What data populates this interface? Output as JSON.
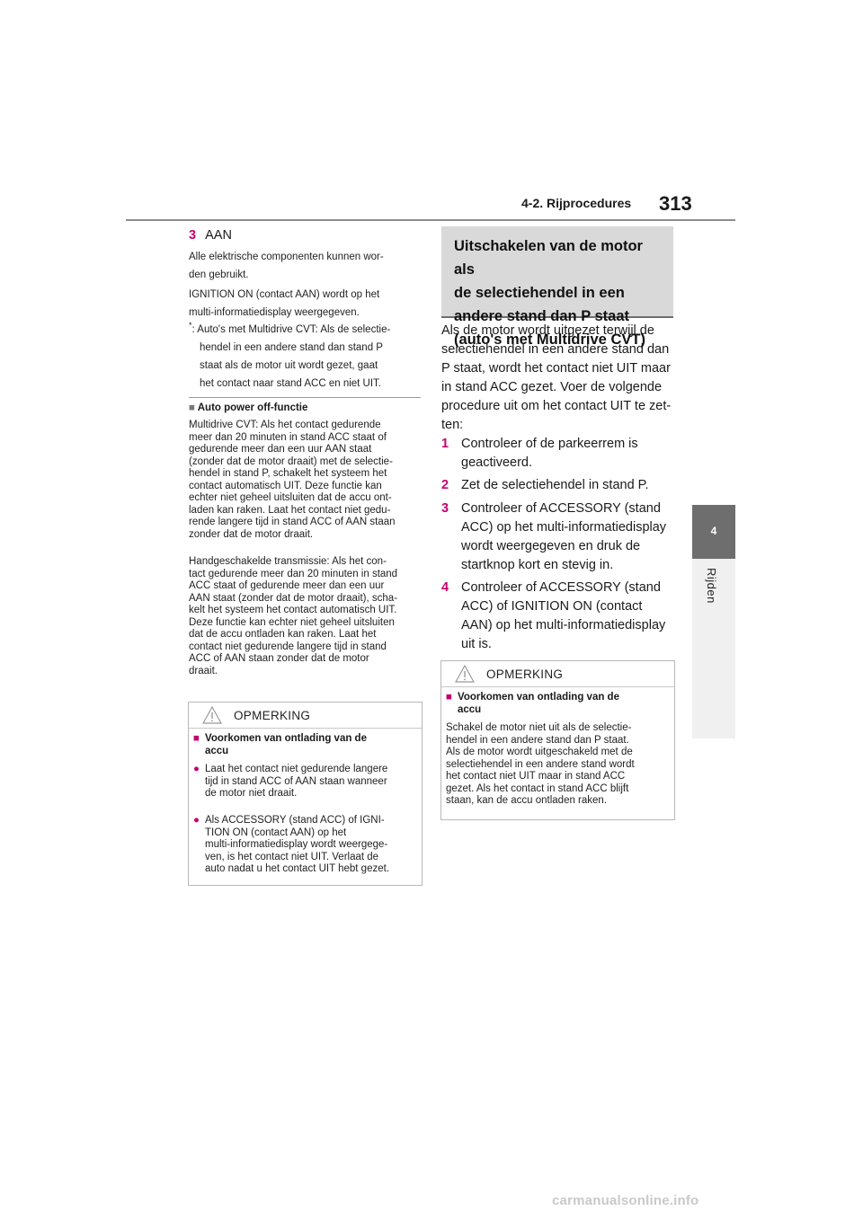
{
  "header": {
    "section": "4-2. Rijprocedures",
    "page_number": "313"
  },
  "side_tab": {
    "number": "4",
    "label": "Rijden"
  },
  "left": {
    "step": {
      "number": "3",
      "title": "AAN"
    },
    "line1a": "Alle elektrische componenten kunnen wor-",
    "line1b": "den gebruikt.",
    "line2a": "IGNITION ON (contact AAN) wordt op het",
    "line2b": "multi-informatiedisplay weergegeven.",
    "footnote_mark": "*",
    "footnote_lines": [
      ": Auto's met Multidrive CVT: Als de selectie-",
      "hendel in een andere stand dan stand P",
      "staat als de motor uit wordt gezet, gaat",
      "het contact naar stand ACC en niet UIT."
    ],
    "auto_power": {
      "bullet": "■",
      "heading": "Auto power off-functie",
      "para1": [
        "Multidrive CVT: Als het contact gedurende",
        "meer dan 20 minuten in stand ACC staat of",
        "gedurende meer dan een uur AAN staat",
        "(zonder dat de motor draait) met de selectie-",
        "hendel in stand P, schakelt het systeem het",
        "contact automatisch UIT. Deze functie kan",
        "echter niet geheel uitsluiten dat de accu ont-",
        "laden kan raken. Laat het contact niet gedu-",
        "rende langere tijd in stand ACC of AAN staan",
        "zonder dat de motor draait."
      ],
      "para2": [
        "Handgeschakelde transmissie: Als het con-",
        "tact gedurende meer dan 20 minuten in stand",
        "ACC staat of gedurende meer dan een uur",
        "AAN staat (zonder dat de motor draait), scha-",
        "kelt het systeem het contact automatisch UIT.",
        "Deze functie kan echter niet geheel uitsluiten",
        "dat de accu ontladen kan raken. Laat het",
        "contact niet gedurende langere tijd in stand",
        "ACC of AAN staan zonder dat de motor",
        "draait."
      ]
    },
    "notice": {
      "title": "OPMERKING",
      "heading_bullet": "■",
      "heading": [
        "Voorkomen van ontlading van de",
        "accu"
      ],
      "item_bullet": "●",
      "items": [
        [
          "Laat het contact niet gedurende langere",
          "tijd in stand ACC of AAN staan wanneer",
          "de motor niet draait."
        ],
        [
          "Als ACCESSORY (stand ACC) of IGNI-",
          "TION ON (contact AAN) op het",
          "multi-informatiedisplay wordt weergege-",
          "ven, is het contact niet UIT. Verlaat de",
          "auto nadat u het contact UIT hebt gezet."
        ]
      ]
    }
  },
  "right": {
    "section_title": [
      "Uitschakelen van de motor als",
      "de selectiehendel in een",
      "andere stand dan P staat",
      "(auto's met Multidrive CVT)"
    ],
    "intro": [
      "Als de motor wordt uitgezet terwijl de",
      "selectiehendel in een andere stand dan",
      "P staat, wordt het contact niet UIT maar",
      "in stand ACC gezet. Voer de volgende",
      "procedure uit om het contact UIT te zet-",
      "ten:"
    ],
    "steps": [
      {
        "n": "1",
        "lines": [
          "Controleer of de parkeerrem is",
          "geactiveerd."
        ]
      },
      {
        "n": "2",
        "lines": [
          "Zet de selectiehendel in stand P."
        ]
      },
      {
        "n": "3",
        "lines": [
          "Controleer of ACCESSORY (stand",
          "ACC) op het multi-informatiedisplay",
          "wordt weergegeven en druk de",
          "startknop kort en stevig in."
        ]
      },
      {
        "n": "4",
        "lines": [
          "Controleer of ACCESSORY (stand",
          "ACC) of IGNITION ON (contact",
          "AAN) op het multi-informatiedisplay",
          "uit is."
        ]
      }
    ],
    "notice": {
      "title": "OPMERKING",
      "heading_bullet": "■",
      "heading": [
        "Voorkomen van ontlading van de",
        "accu"
      ],
      "body": [
        "Schakel de motor niet uit als de selectie-",
        "hendel in een andere stand dan P staat.",
        "Als de motor wordt uitgeschakeld met de",
        "selectiehendel in een andere stand wordt",
        "het contact niet UIT maar in stand ACC",
        "gezet. Als het contact in stand ACC blijft",
        "staan, kan de accu ontladen raken."
      ]
    }
  },
  "watermark": "carmanualsonline.info"
}
